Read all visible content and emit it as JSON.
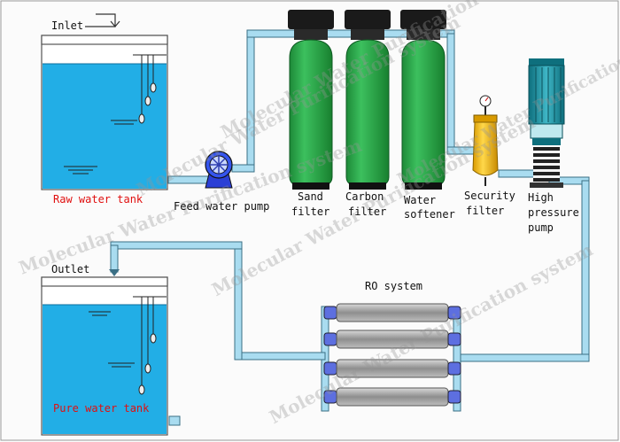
{
  "labels": {
    "inlet": "Inlet",
    "raw_tank": "Raw water tank",
    "feed_pump": "Feed water pump",
    "sand_filter": [
      "Sand",
      "filter"
    ],
    "carbon_filter": [
      "Carbon",
      "filter"
    ],
    "water_softener": [
      "Water",
      "softener"
    ],
    "security_filter": [
      "Security",
      "filter"
    ],
    "high_pressure_pump": [
      "High",
      "pressure",
      "pump"
    ],
    "outlet": "Outlet",
    "ro_system": "RO system",
    "pure_tank": "Pure water tank"
  },
  "watermarks": [
    "Molecular Water Purification system"
  ],
  "colors": {
    "water": "#22aee6",
    "pipe": "#9fd6ee",
    "tank_filter": "#2aa44a",
    "filter_cap": "#1a1a1a",
    "security_filter": "#e9b400",
    "pump_motor": "#168d9e",
    "label_red": "#e01010"
  }
}
